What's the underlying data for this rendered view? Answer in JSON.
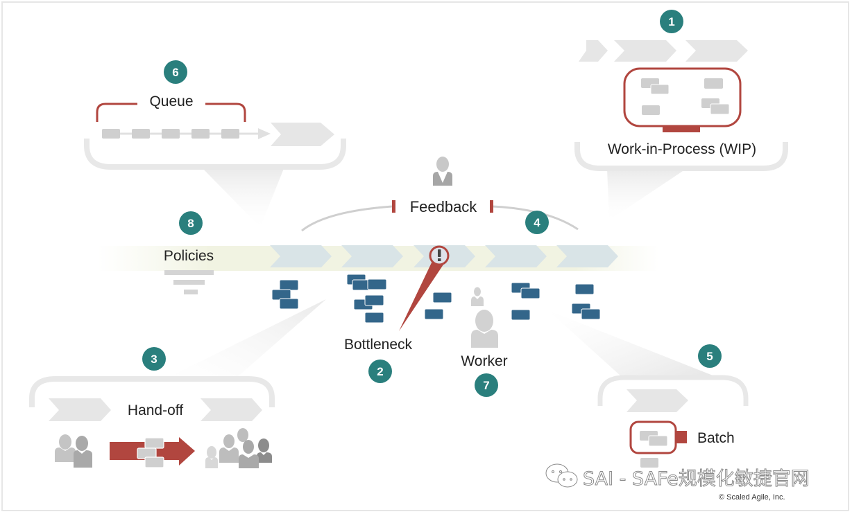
{
  "diagram": {
    "colors": {
      "teal": "#2a7f7d",
      "red": "#b1463f",
      "blue_card": "#33668a",
      "gray_card": "#cfcfcf",
      "light_gray": "#e8e8e8",
      "stage_chevron": "#d9e4e7"
    },
    "concepts": [
      {
        "number": "1",
        "label": "Work-in-Process (WIP)"
      },
      {
        "number": "2",
        "label": "Bottleneck"
      },
      {
        "number": "3",
        "label": "Hand-off"
      },
      {
        "number": "4",
        "label": "Feedback"
      },
      {
        "number": "5",
        "label": "Batch"
      },
      {
        "number": "6",
        "label": "Queue"
      },
      {
        "number": "7",
        "label": "Worker"
      },
      {
        "number": "8",
        "label": "Policies"
      }
    ],
    "bottleneck_icon": "exclamation-icon",
    "watermark": "SAI - SAFe规模化敏捷官网",
    "watermark_icon": "wechat-icon",
    "copyright": "© Scaled Agile, Inc."
  }
}
